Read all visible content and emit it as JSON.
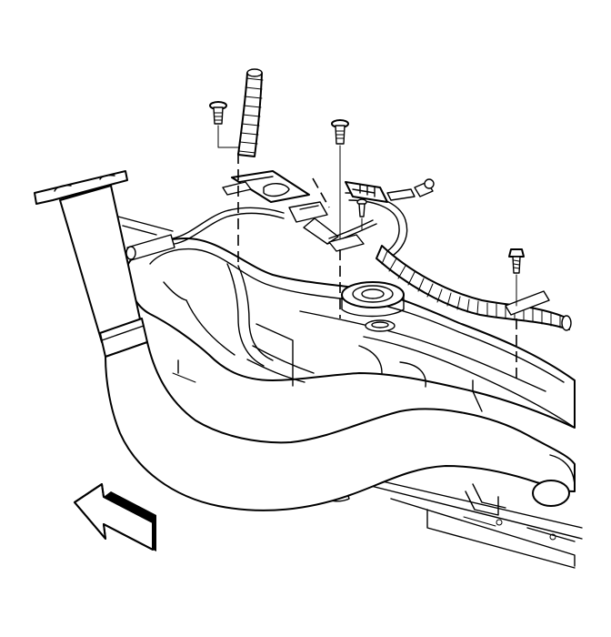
{
  "diagram": {
    "type": "technical-exploded-view",
    "style": "black line art on white background",
    "background_color": "#ffffff",
    "line_color": "#000000",
    "components": [
      {
        "name": "exhaust-pipe",
        "role": "front exhaust pipe with flange"
      },
      {
        "name": "fuel-tank",
        "role": "fuel tank with filler neck opening"
      },
      {
        "name": "vehicle-frame",
        "role": "frame rail"
      },
      {
        "name": "wiring-harness",
        "role": "convoluted harness with connectors"
      },
      {
        "name": "harness-fasteners",
        "count": 4
      },
      {
        "name": "direction-arrow",
        "role": "vehicle front indicator"
      }
    ]
  }
}
